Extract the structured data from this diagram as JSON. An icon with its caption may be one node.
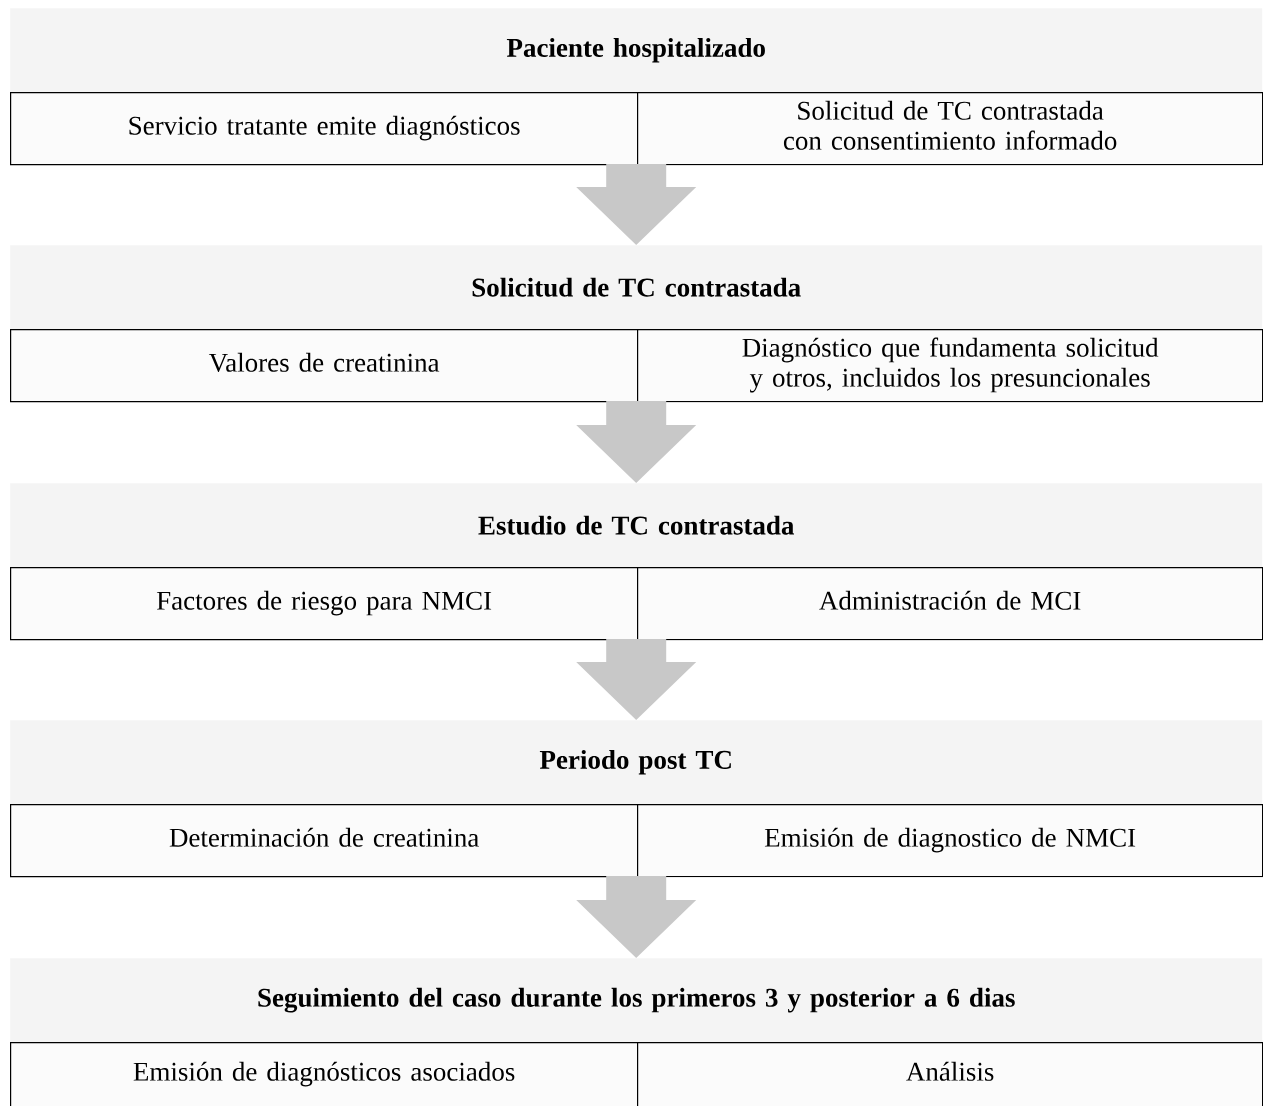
{
  "diagram": {
    "nodes": [
      {
        "text": [
          "Paciente hospitalizado"
        ]
      },
      {
        "text": [
          "Servicio tratante emite diagnósticos"
        ]
      },
      {
        "text": [
          "Solicitud de TC contrastada con consentimiento informado"
        ]
      },
      {
        "text": [
          "Solicitud de TC contrastada"
        ]
      },
      {
        "text": [
          "Valores de creatinina"
        ]
      },
      {
        "text": [
          "Diagnóstico que fundamenta solicitud y otros, incluidos los presuncionales"
        ]
      },
      {
        "text": [
          "Estudio de TC contrastada"
        ]
      },
      {
        "text": [
          "Factores de riesgo para NMCI"
        ]
      },
      {
        "text": [
          "Administración de MCI"
        ]
      },
      {
        "text": [
          "Periodo post TC"
        ]
      },
      {
        "text": [
          "Determinación de creatinina"
        ]
      },
      {
        "text": [
          "Emisión de diagnostico de NMCI"
        ]
      },
      {
        "text": [
          "Seguimiento del caso durante los primeros 3 y posterior a 6 dias"
        ]
      },
      {
        "text": [
          "Emisión de diagnósticos asociados"
        ]
      },
      {
        "text": [
          "Análisis"
        ]
      }
    ],
    "edges": [
      {
        "from": 0,
        "to": 3,
        "arrow": "to"
      },
      {
        "from": 3,
        "to": 6,
        "arrow": "to"
      },
      {
        "from": 6,
        "to": 9,
        "arrow": "to"
      },
      {
        "from": 9,
        "to": 12,
        "arrow": "to"
      }
    ]
  }
}
